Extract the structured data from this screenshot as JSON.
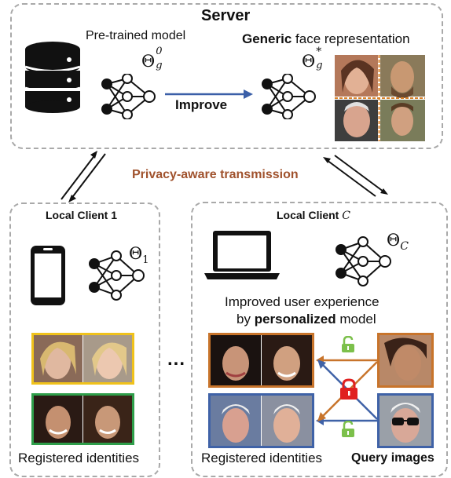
{
  "server": {
    "title": "Server",
    "pretrained_label": "Pre-trained model",
    "theta_pre": {
      "base": "Θ",
      "sup": "0",
      "sub": "g"
    },
    "generic_bold": "Generic",
    "generic_rest": " face representation",
    "theta_generic": {
      "base": "Θ",
      "sup": "*",
      "sub": "g"
    },
    "improve_label": "Improve"
  },
  "transmission_label": "Privacy-aware transmission",
  "client1": {
    "title": "Local Client 1",
    "theta": {
      "base": "Θ",
      "sub": "1"
    },
    "registered_label": "Registered identities"
  },
  "clientC": {
    "title_prefix": "Local Client ",
    "title_var": "C",
    "theta": {
      "base": "Θ",
      "sub": "C"
    },
    "improved_line1": "Improved user experience",
    "improved_line2_prefix": "by ",
    "improved_line2_bold": "personalized",
    "improved_line2_suffix": " model",
    "registered_label": "Registered identities",
    "query_label": "Query images"
  },
  "ellipsis": "...",
  "colors": {
    "border_dashed": "#a9a9a9",
    "improve_arrow": "#3b5fa8",
    "transmission_text": "#a0522d",
    "orange_frame": "#c8742b",
    "blue_frame": "#3f62a7",
    "yellow_frame": "#f0c21b",
    "green_frame": "#2e9e4a",
    "lock_red": "#e02020",
    "lock_green": "#7cc04b"
  }
}
